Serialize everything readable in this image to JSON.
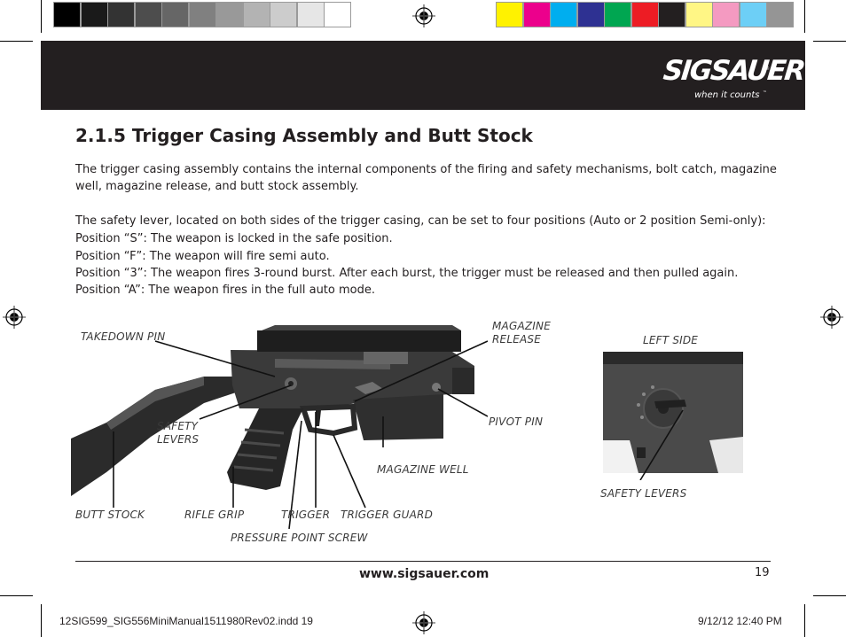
{
  "color_bar": {
    "grays": [
      "#000000",
      "#1a1a1a",
      "#333333",
      "#4d4d4d",
      "#666666",
      "#808080",
      "#999999",
      "#b3b3b3",
      "#cccccc",
      "#e6e6e6",
      "#ffffff"
    ],
    "colors": [
      "#fff200",
      "#ec008c",
      "#00aeef",
      "#2e3192",
      "#00a651",
      "#ed1c24",
      "#231f20",
      "#fff685",
      "#f49ac1",
      "#6dcff6",
      "#959595"
    ]
  },
  "header": {
    "logo_text": "SIGSAUER",
    "logo_registered": "®",
    "tagline": "when it counts",
    "tagline_mark": "™",
    "band_color": "#231f20"
  },
  "section": {
    "title": "2.1.5 Trigger Casing Assembly and Butt Stock",
    "intro_line1": "The trigger casing assembly contains the internal components of the firing and safety mechanisms, bolt catch, magazine",
    "intro_line2": "well, magazine release, and butt stock assembly.",
    "safety_intro": "The safety lever, located on both sides of the trigger casing, can be set to four positions (Auto or 2 position Semi-only):",
    "positions": [
      "Position “S”: The weapon is locked in the safe position.",
      "Position “F”: The weapon will fire semi auto.",
      "Position “3”: The weapon fires 3-round burst. After each burst, the trigger must be released and then pulled again.",
      "Position “A”: The weapon fires in the full auto mode."
    ]
  },
  "figure": {
    "callouts": {
      "takedown_pin": "TAKEDOWN PIN",
      "magazine_release_1": "MAGAZINE",
      "magazine_release_2": "RELEASE",
      "left_side": "LEFT SIDE",
      "safety_levers_1": "SAFETY",
      "safety_levers_2": "LEVERS",
      "pivot_pin": "PIVOT PIN",
      "magazine_well": "MAGAZINE WELL",
      "safety_levers_inset": "SAFETY LEVERS",
      "butt_stock": "BUTT STOCK",
      "rifle_grip": "RIFLE GRIP",
      "trigger": "TRIGGER",
      "trigger_guard": "TRIGGER GUARD",
      "pressure_point_screw": "PRESSURE POINT SCREW"
    }
  },
  "footer": {
    "url": "www.sigsauer.com",
    "page_number": "19"
  },
  "slug": {
    "file": "12SIG599_SIG556MiniManual1511980Rev02.indd   19",
    "date": "9/12/12   12:40 PM"
  }
}
